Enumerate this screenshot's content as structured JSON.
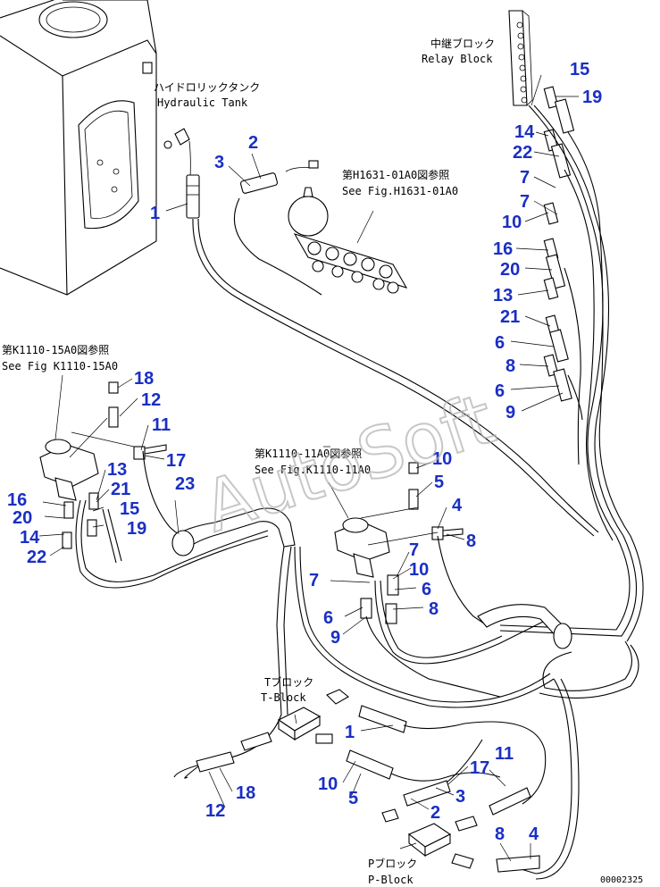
{
  "labels": {
    "relay_jp": "中継ブロック",
    "relay_en": "Relay Block",
    "tank_jp": "ハイドロリックタンク",
    "tank_en": "Hydraulic Tank",
    "ref_h_jp": "第H1631-01A0図参照",
    "ref_h_en": "See Fig.H1631-01A0",
    "ref_k15_jp": "第K1110-15A0図参照",
    "ref_k15_en": "See Fig K1110-15A0",
    "ref_k11_jp": "第K1110-11A0図参照",
    "ref_k11_en": "See Fig.K1110-11A0",
    "tblock_jp": "Tブロック",
    "tblock_en": "T-Block",
    "pblock_jp": "Pブロック",
    "pblock_en": "P-Block"
  },
  "part_numbers": {
    "n15a": "15",
    "n19a": "19",
    "n14a": "14",
    "n22a": "22",
    "n7a": "7",
    "n7b": "7",
    "n10a": "10",
    "n16a": "16",
    "n20a": "20",
    "n13a": "13",
    "n21a": "21",
    "n6a": "6",
    "n8a": "8",
    "n6b": "6",
    "n9a": "9",
    "n2a": "2",
    "n3a": "3",
    "n1a": "1",
    "n18a": "18",
    "n12a": "12",
    "n11a": "11",
    "n17a": "17",
    "n13b": "13",
    "n21b": "21",
    "n23a": "23",
    "n16b": "16",
    "n15b": "15",
    "n20b": "20",
    "n19b": "19",
    "n14b": "14",
    "n22b": "22",
    "n10b": "10",
    "n5a": "5",
    "n4a": "4",
    "n8b": "8",
    "n7c": "7",
    "n10c": "10",
    "n7d": "7",
    "n6c": "6",
    "n8c": "8",
    "n6d": "6",
    "n9b": "9",
    "n1b": "1",
    "n17b": "17",
    "n11b": "11",
    "n18b": "18",
    "n12b": "12",
    "n10d": "10",
    "n3b": "3",
    "n5b": "5",
    "n2b": "2",
    "n8d": "8",
    "n4b": "4"
  },
  "watermark": "AutoSoft",
  "doc_number": "00002325"
}
